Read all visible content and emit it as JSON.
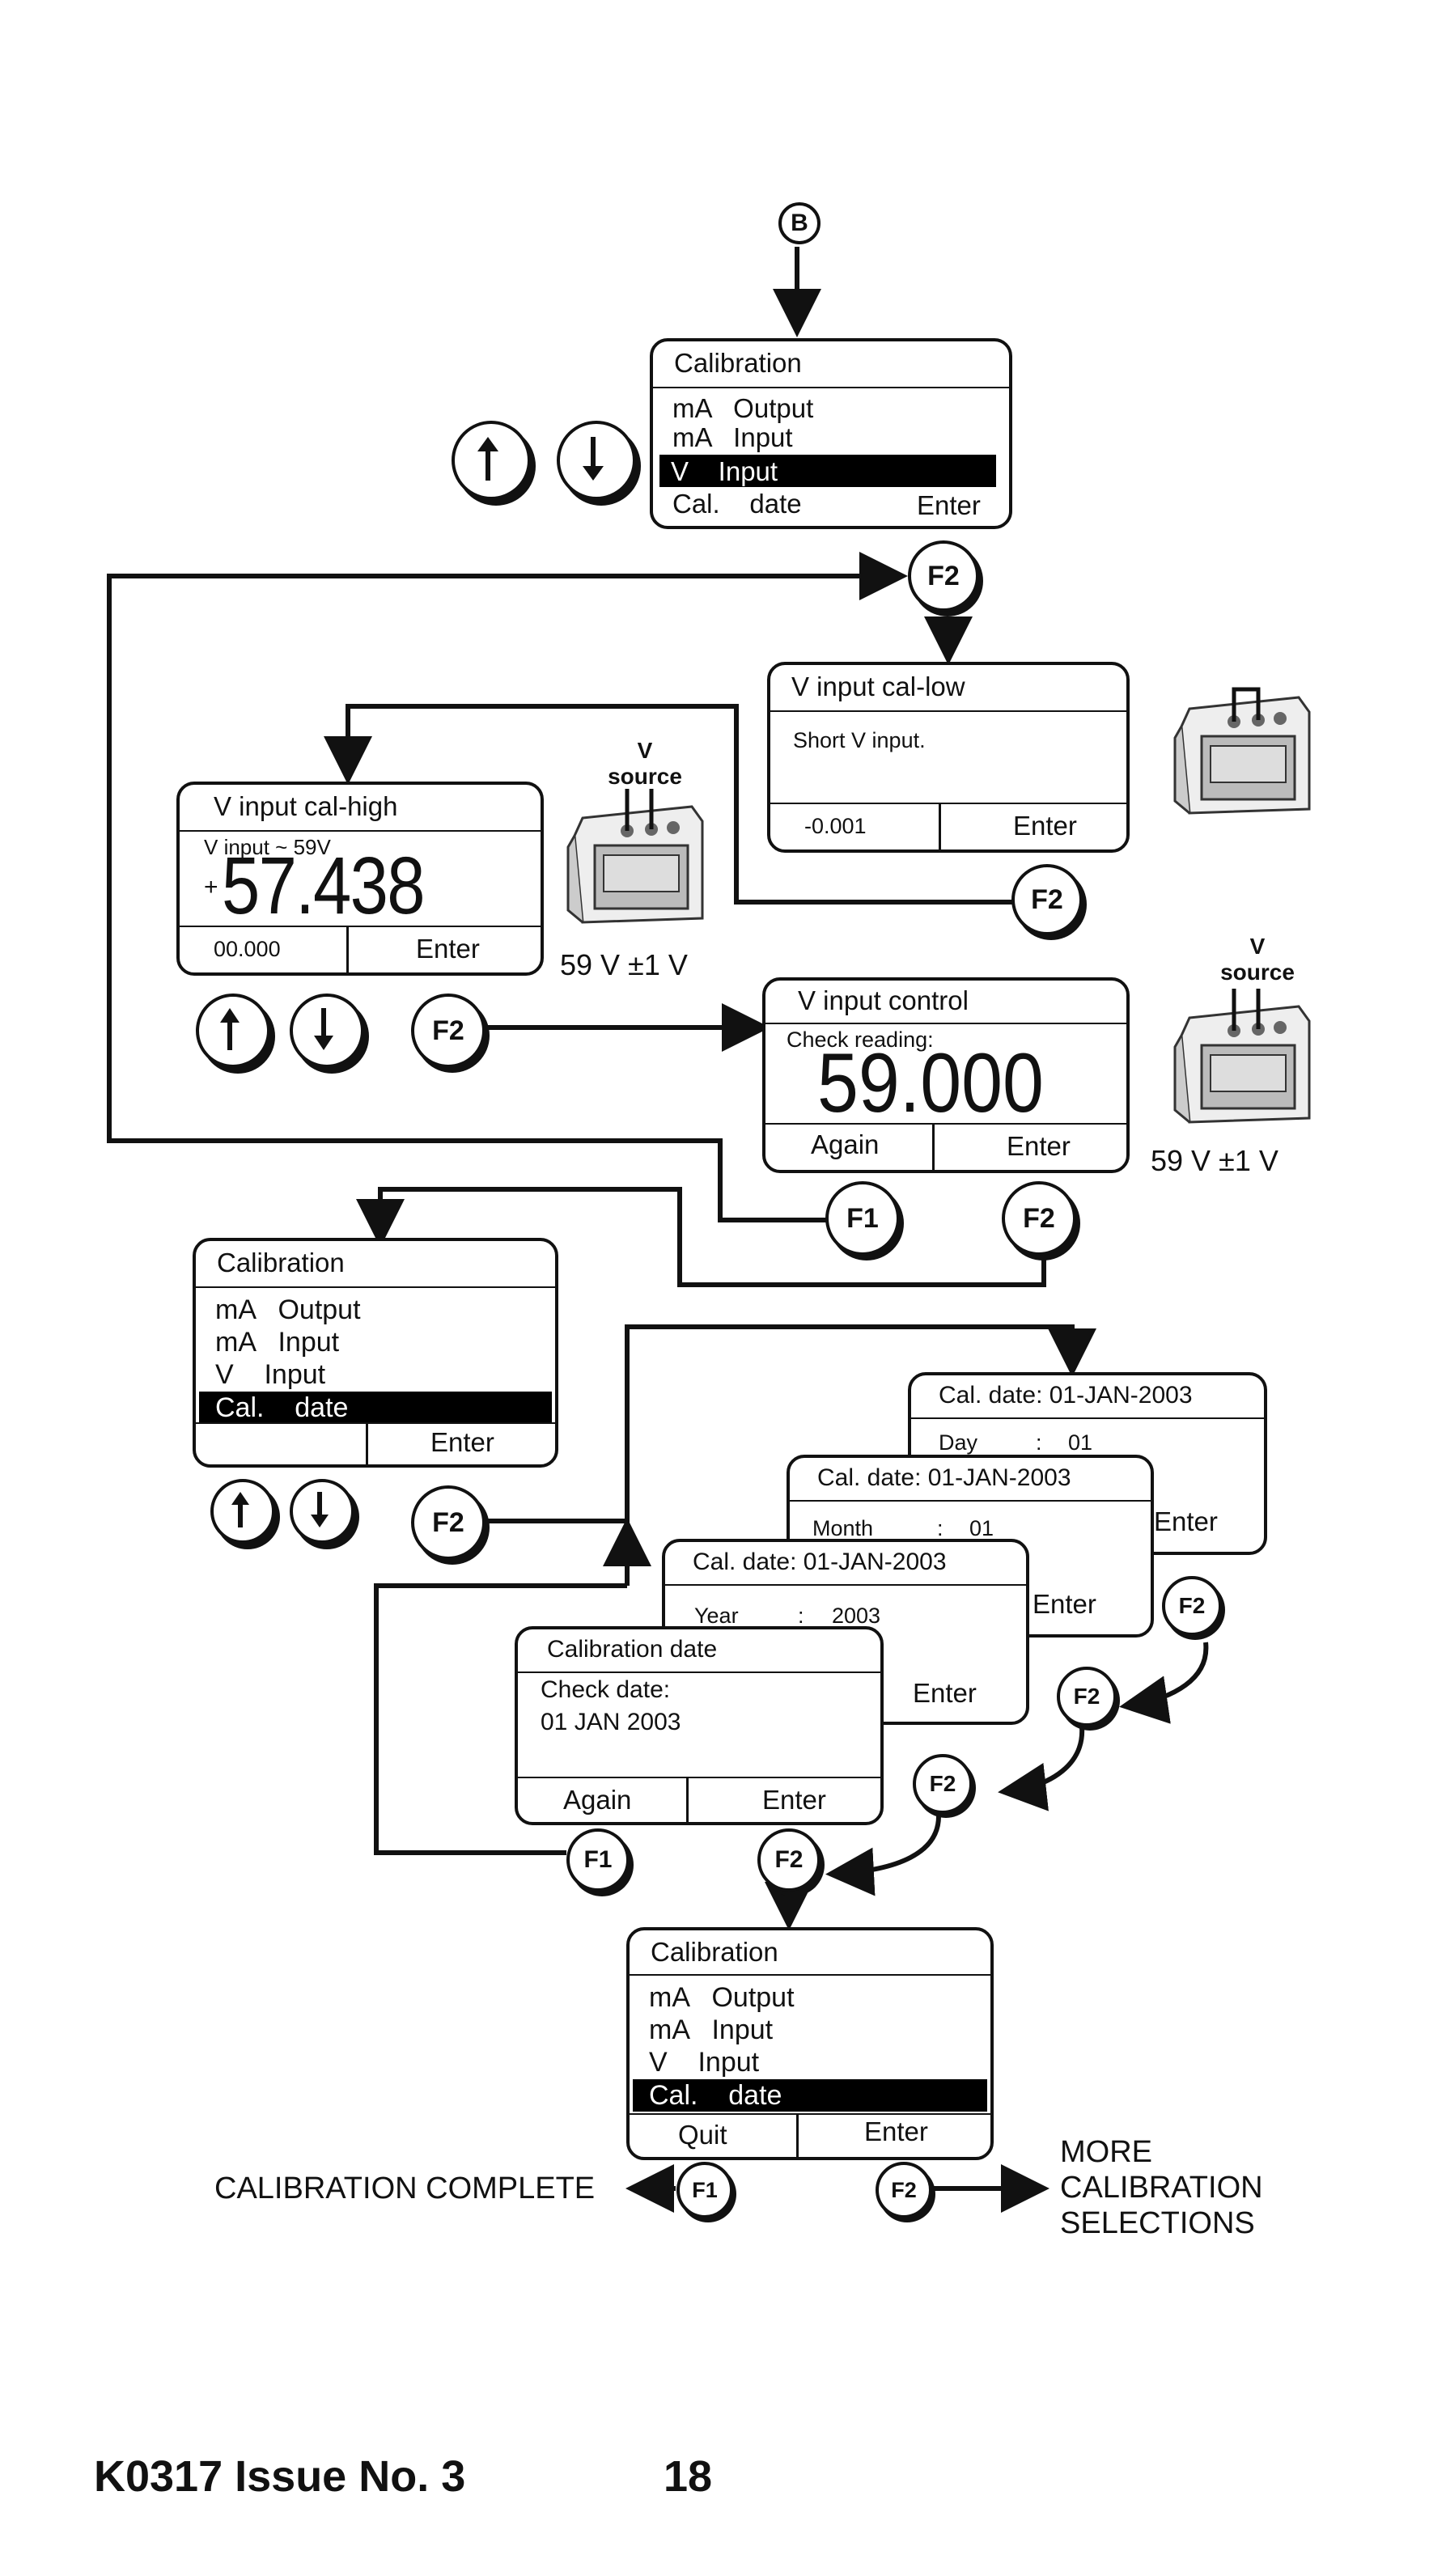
{
  "start_marker": "B",
  "menu1": {
    "title": "Calibration",
    "items": [
      "mA   Output",
      "mA   Input",
      "V    Input",
      "Cal.    date"
    ],
    "enter": "Enter"
  },
  "cal_low": {
    "title": "V input cal-low",
    "message": "Short V input.",
    "value": "-0.001",
    "enter": "Enter"
  },
  "cal_high": {
    "title": "V input cal-high",
    "sub": "V input ~ 59V",
    "sign": "+",
    "reading": "57.438",
    "value": "00.000",
    "enter": "Enter"
  },
  "source_label": {
    "line1": "V",
    "line2": "source"
  },
  "spec_label": "59 V ±1 V",
  "control": {
    "title": "V input control",
    "sub": "Check reading:",
    "reading": "59.000",
    "again": "Again",
    "enter": "Enter"
  },
  "menu2": {
    "title": "Calibration",
    "items": [
      "mA   Output",
      "mA   Input",
      "V    Input",
      "Cal.    date"
    ],
    "enter": "Enter"
  },
  "date_day": {
    "title": "Cal. date: 01-JAN-2003",
    "field": "Day",
    "colon": ":",
    "value": "01",
    "enter": "Enter"
  },
  "date_month": {
    "title": "Cal. date: 01-JAN-2003",
    "field": "Month",
    "colon": ":",
    "value": "01",
    "enter": "Enter"
  },
  "date_year": {
    "title": "Cal. date: 01-JAN-2003",
    "field": "Year",
    "colon": ":",
    "value": "2003",
    "enter": "Enter"
  },
  "cal_date": {
    "title": "Calibration date",
    "sub": "Check date:",
    "date": "01 JAN 2003",
    "again": "Again",
    "enter": "Enter"
  },
  "menu3": {
    "title": "Calibration",
    "items": [
      "mA   Output",
      "mA   Input",
      "V    Input",
      "Cal.    date"
    ],
    "quit": "Quit",
    "enter": "Enter"
  },
  "keys": {
    "f1": "F1",
    "f2": "F2"
  },
  "complete": "CALIBRATION COMPLETE",
  "more": [
    "MORE",
    "CALIBRATION",
    "SELECTIONS"
  ],
  "footer": {
    "doc": "K0317 Issue No. 3",
    "page": "18"
  }
}
